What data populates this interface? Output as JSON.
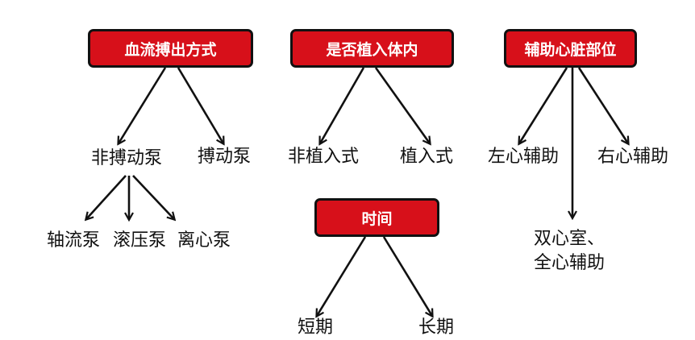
{
  "colors": {
    "box_fill": "#d7101a",
    "box_border": "#111111",
    "box_text": "#ffffff",
    "leaf_text": "#111111",
    "arrow": "#111111"
  },
  "categories": {
    "pumping": {
      "label": "血流搏出方式",
      "non_pulsatile": "非搏动泵",
      "pulsatile": "搏动泵",
      "axial_flow": "轴流泵",
      "roller": "滚压泵",
      "centrifugal": "离心泵"
    },
    "implant": {
      "label": "是否植入体内",
      "non_implant": "非植入式",
      "implant": "植入式"
    },
    "position": {
      "label": "辅助心脏部位",
      "left": "左心辅助",
      "right": "右心辅助",
      "bi_line1": "双心室、",
      "bi_line2": "全心辅助"
    },
    "duration": {
      "label": "时间",
      "short": "短期",
      "long": "长期"
    }
  }
}
